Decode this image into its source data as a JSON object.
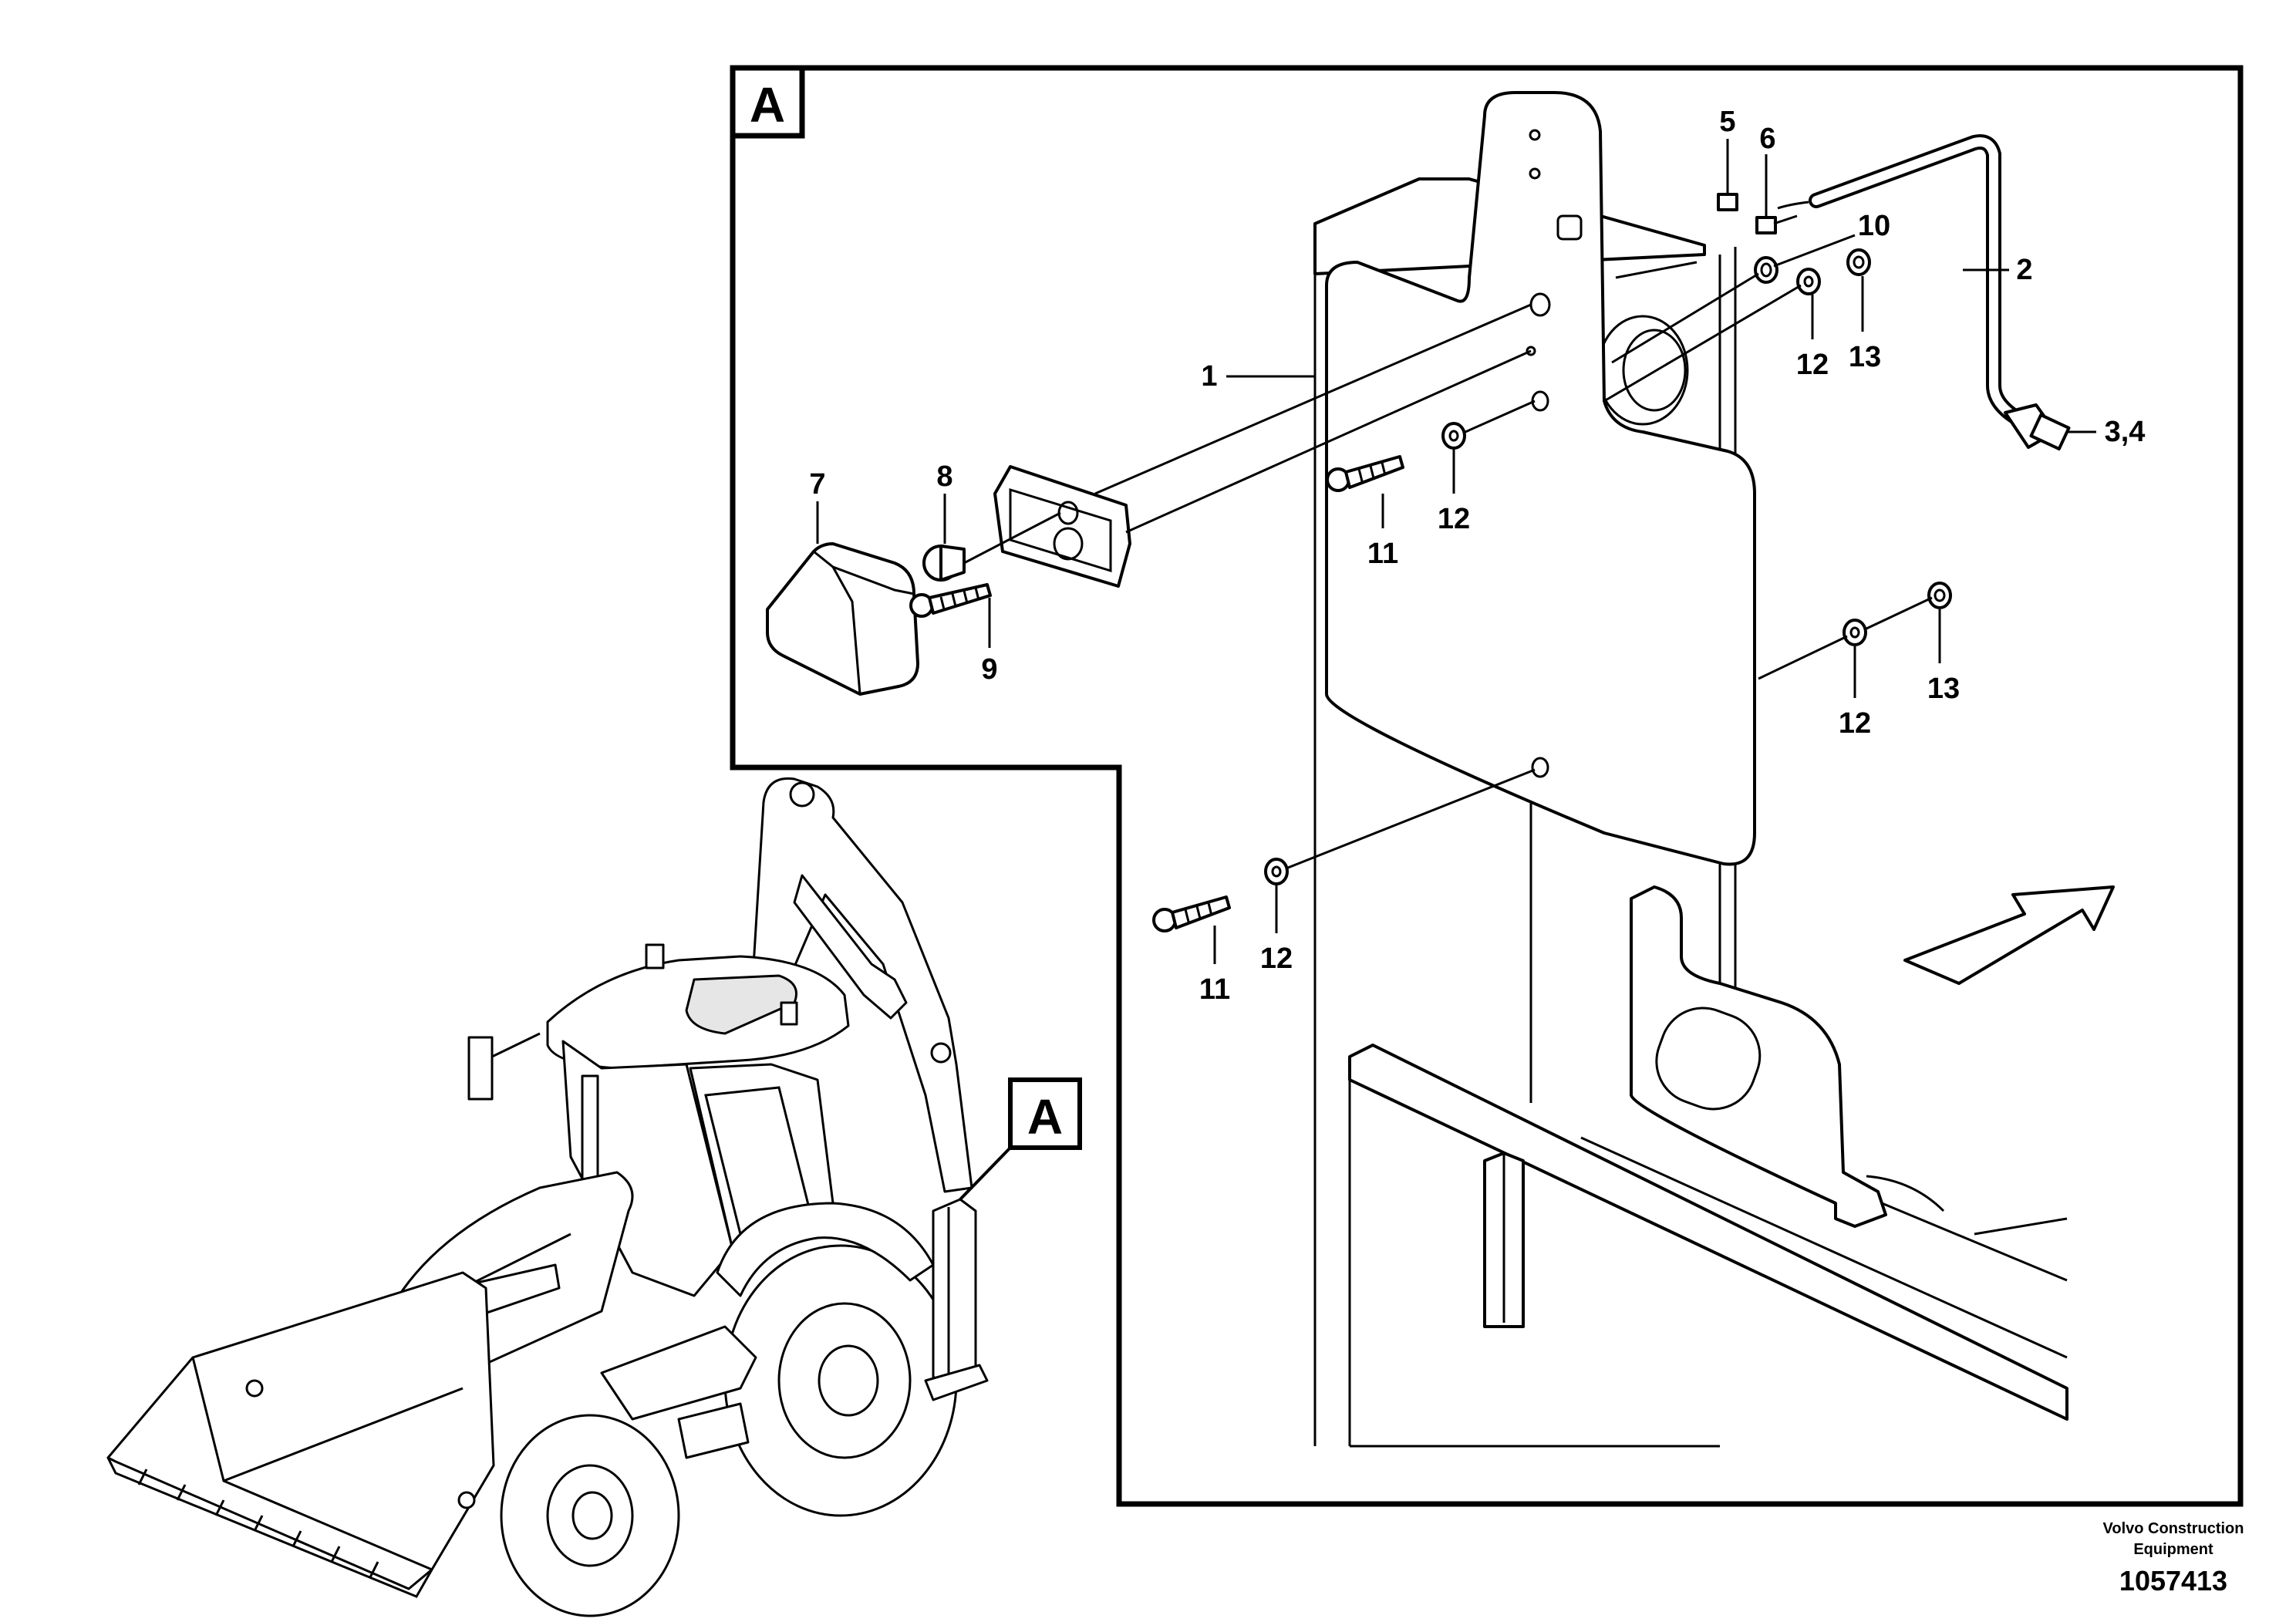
{
  "detail_view": {
    "label": "A"
  },
  "machine_view": {
    "callout_label": "A"
  },
  "part_labels": {
    "p1": "1",
    "p2": "2",
    "p34": "3,4",
    "p5": "5",
    "p6": "6",
    "p7": "7",
    "p8": "8",
    "p9": "9",
    "p10": "10",
    "p11a": "11",
    "p11b": "11",
    "p12a": "12",
    "p12b": "12",
    "p12c": "12",
    "p12d": "12",
    "p13a": "13",
    "p13b": "13"
  },
  "footer": {
    "company_line1": "Volvo Construction",
    "company_line2": "Equipment",
    "drawing_number": "1057413"
  }
}
